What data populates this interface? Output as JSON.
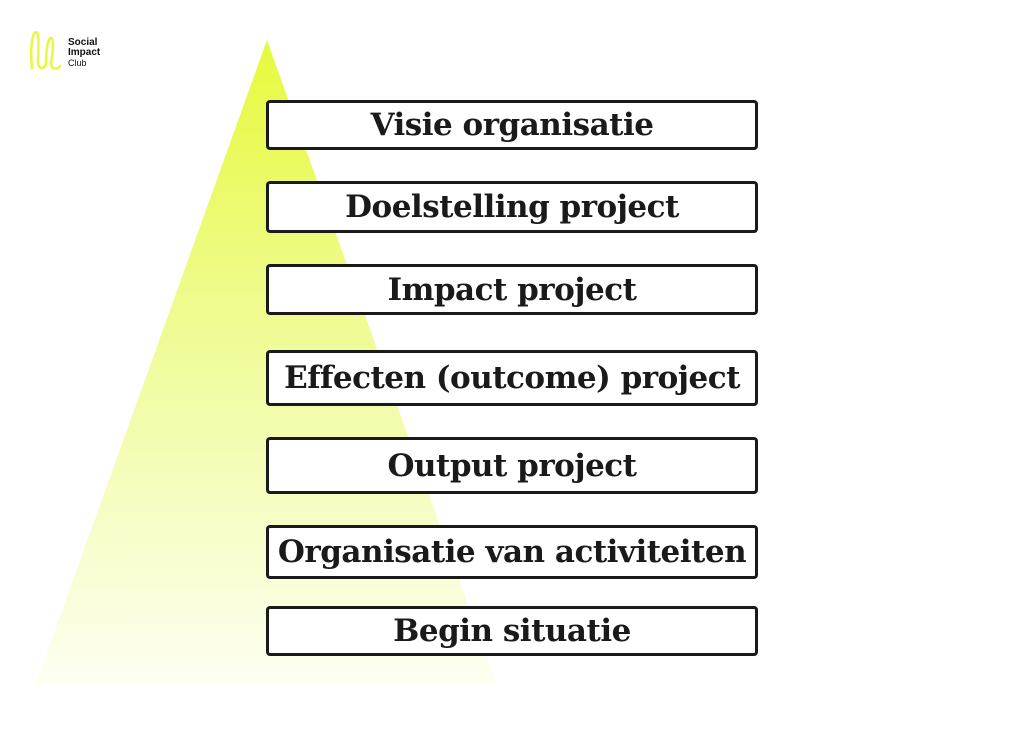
{
  "logo": {
    "line1": "Social",
    "line2": "Impact",
    "line3": "Club",
    "color": "#e6fa3c"
  },
  "pyramid": {
    "gradient_top": "#e6fa3c",
    "gradient_bottom": "#ffffff"
  },
  "levels": [
    "Visie organisatie",
    "Doelstelling project",
    "Impact project",
    "Effecten (outcome) project",
    "Output project",
    "Organisatie van activiteiten",
    "Begin situatie"
  ]
}
